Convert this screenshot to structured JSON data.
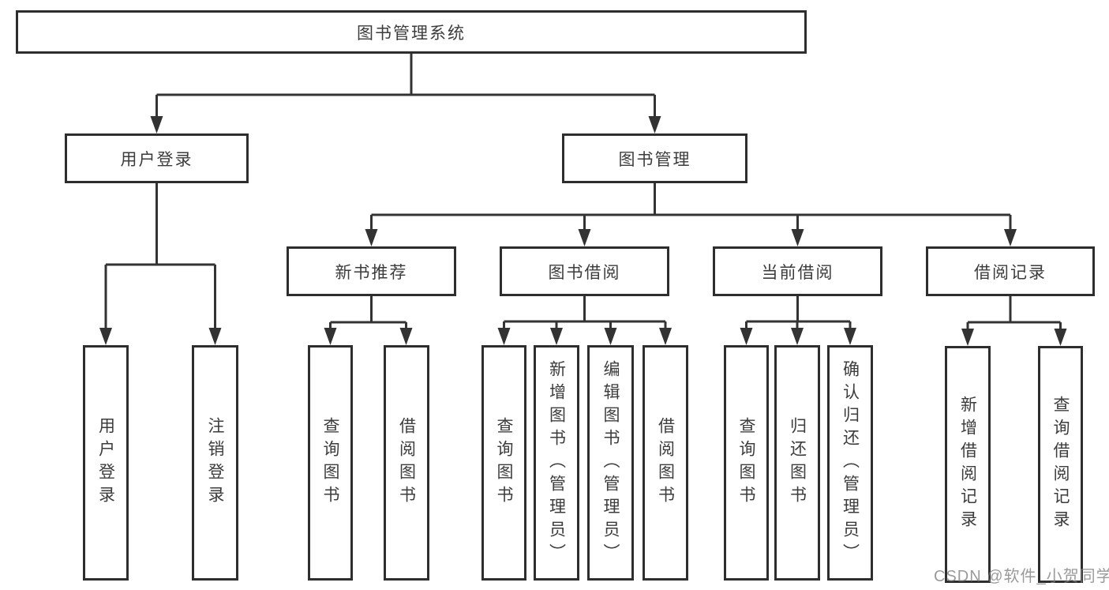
{
  "nodes": {
    "root": "图书管理系统",
    "user_login": "用户登录",
    "book_management": "图书管理",
    "new_book_recommend": "新书推荐",
    "book_borrowing": "图书借阅",
    "current_borrowing": "当前借阅",
    "borrowing_records": "借阅记录",
    "ul_user_login": "用户登录",
    "ul_logout": "注销登录",
    "nb_query_books": "查询图书",
    "nb_borrow_books": "借阅图书",
    "bb_query_books": "查询图书",
    "bb_add_books": "新增图书（管理员）",
    "bb_edit_books": "编辑图书（管理员）",
    "bb_borrow_books": "借阅图书",
    "cb_query_books": "查询图书",
    "cb_return_books": "归还图书",
    "cb_confirm_return": "确认归还（管理员）",
    "br_add_record": "新增借阅记录",
    "br_query_record": "查询借阅记录"
  },
  "watermark": "CSDN @软件_小贺同学",
  "colors": {
    "line": "#333333",
    "box_border": "#2e2e2e",
    "box_fill": "#ffffff",
    "text": "#3c3c3c",
    "watermark": "#7d7d7d",
    "background": "#ffffff"
  }
}
